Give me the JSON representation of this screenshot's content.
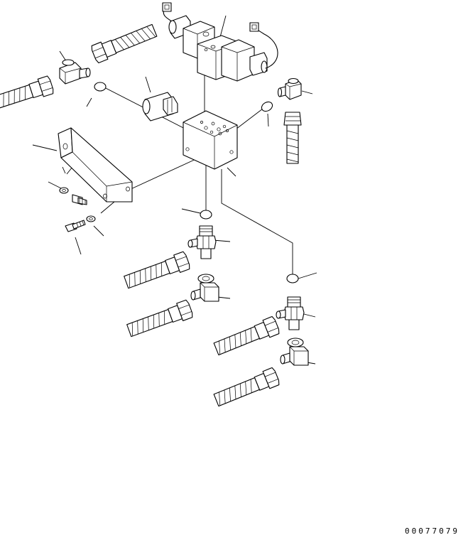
{
  "figure": {
    "catalog_number": "00077079"
  },
  "parts": [
    {
      "id": "solenoid-valve",
      "icon": "solenoid-valve-icon"
    },
    {
      "id": "valve-block",
      "icon": "manifold-block-icon"
    },
    {
      "id": "mounting-bracket",
      "icon": "bracket-icon"
    },
    {
      "id": "bolt",
      "icon": "bolt-icon"
    },
    {
      "id": "washer",
      "icon": "washer-icon"
    },
    {
      "id": "plug",
      "icon": "plug-icon"
    },
    {
      "id": "o-ring",
      "icon": "o-ring-icon"
    },
    {
      "id": "tee-fitting",
      "icon": "tee-fitting-icon"
    },
    {
      "id": "elbow-fitting",
      "icon": "elbow-fitting-icon"
    },
    {
      "id": "connector",
      "icon": "connector-icon"
    },
    {
      "id": "hose",
      "icon": "hose-icon"
    }
  ]
}
